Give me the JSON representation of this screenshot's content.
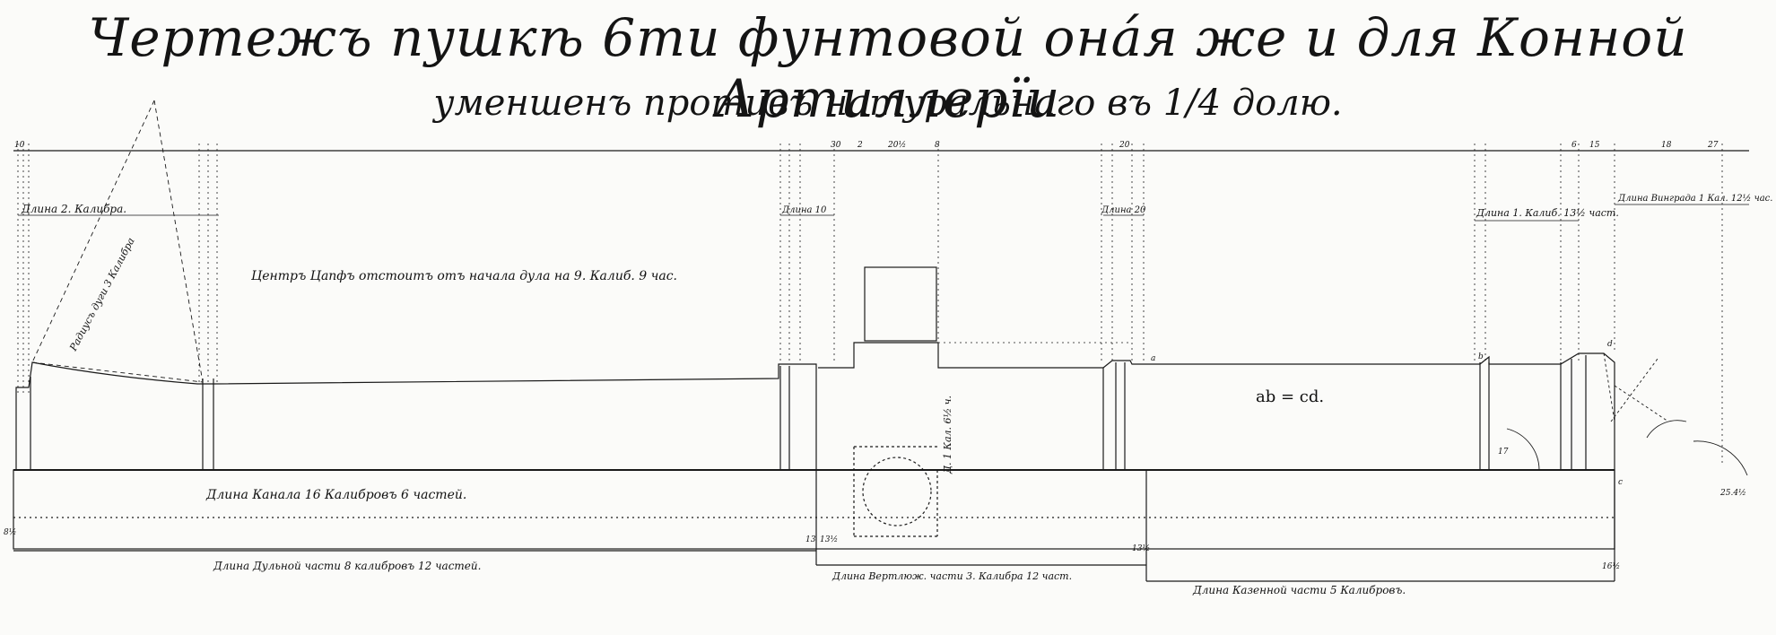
{
  "title": "Чертежъ пушкѣ 6ти фунтовой она́я же и для Конной Артиллерїи",
  "subtitle": "уменшенъ противъ натуральнаго въ 1/4 долю.",
  "annotations": {
    "trunnion_center": "Центръ Цапфъ отстоитъ отъ начала дула на 9. Калиб. 9 час.",
    "length_2_calibers": "Длина 2. Калибра.",
    "arc_note": "Радиусъ дуги 3 Калибра",
    "length_10": "Длина 10",
    "length_20": "Длина 20",
    "length_1_caliber": "Длина 1. Калиб. 13½ част.",
    "cascabel_length": "Длина Винграда 1 Кал. 12½ час.",
    "ab_cd": "ab = cd.",
    "vert_1cal": "Д. 1 Кал. 6½ ч.",
    "bore_length": "Длина Канала 16 Калибровъ 6 частей.",
    "muzzle_part": "Длина Дульной части 8 калибровъ 12 частей.",
    "trunnion_part": "Длина Вертлюж. части 3. Калибра 12 част.",
    "breech_part": "Длина Казенной части 5 Калибровъ."
  },
  "small_marks": {
    "left_top": "10",
    "m_20a": "20½",
    "m_8": "8",
    "m_30": "30",
    "m_2": "2",
    "m_20b": "20",
    "m_6": "6",
    "m_15": "15",
    "m_18": "18",
    "m_27": "27",
    "side_8a": "8½",
    "side_13": "13",
    "side_13b": "13½",
    "side_13c": "13½",
    "side_16": "16½",
    "side_17": "17",
    "pt_a": "a",
    "pt_b": "b",
    "pt_c": "c",
    "pt_d": "d",
    "side_24": "25.4½"
  }
}
